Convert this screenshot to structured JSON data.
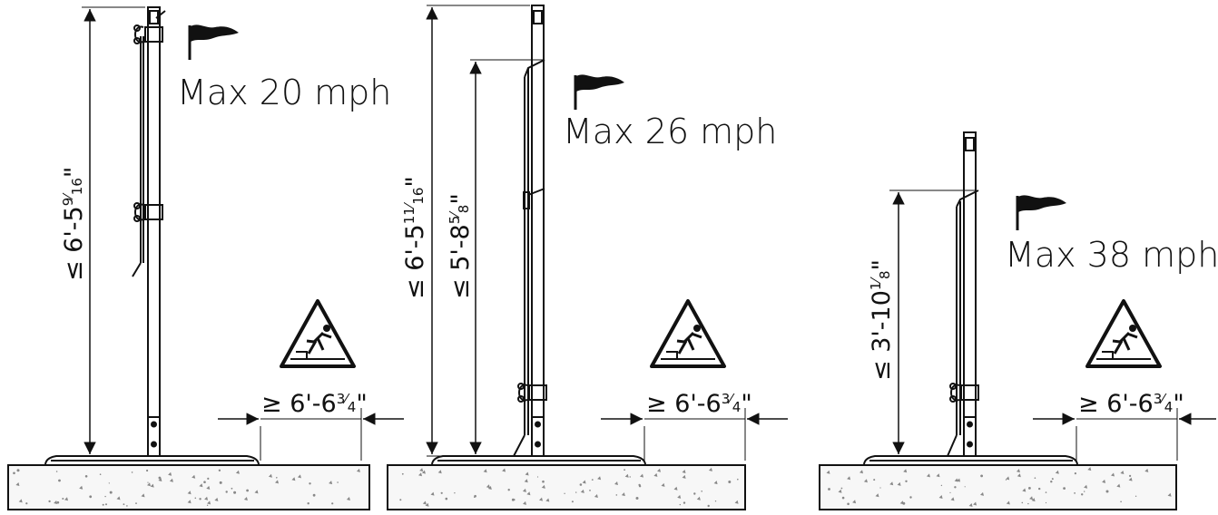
{
  "colors": {
    "line": "#111111",
    "concrete": "#f7f7f7",
    "ground_speck": "#888888"
  },
  "panels": [
    {
      "wind_label": "Max 20 mph",
      "wind_icon": "wind-flag-icon",
      "warning_icon": "person-falling-warning-icon",
      "clearance": {
        "prefix": "≥ 6'-6",
        "num": "3",
        "den": "4",
        "suffix": "\""
      },
      "heights": [
        {
          "prefix": "≤ 6'-5",
          "num": "9",
          "den": "16",
          "suffix": "\""
        }
      ]
    },
    {
      "wind_label": "Max 26 mph",
      "wind_icon": "wind-flag-icon",
      "warning_icon": "person-falling-warning-icon",
      "clearance": {
        "prefix": "≥ 6'-6",
        "num": "3",
        "den": "4",
        "suffix": "\""
      },
      "heights": [
        {
          "prefix": "≤ 6'-5",
          "num": "11",
          "den": "16",
          "suffix": "\""
        },
        {
          "prefix": "≤ 5'-8",
          "num": "5",
          "den": "8",
          "suffix": "\""
        }
      ]
    },
    {
      "wind_label": "Max 38 mph",
      "wind_icon": "wind-flag-icon",
      "warning_icon": "person-falling-warning-icon",
      "clearance": {
        "prefix": "≥ 6'-6",
        "num": "3",
        "den": "4",
        "suffix": "\""
      },
      "heights": [
        {
          "prefix": "≤ 3'-10",
          "num": "1",
          "den": "8",
          "suffix": "\""
        }
      ]
    }
  ]
}
